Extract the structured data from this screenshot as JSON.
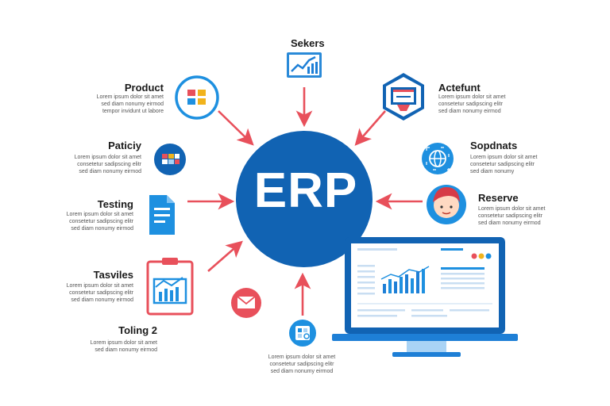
{
  "center": {
    "label": "ERP"
  },
  "colors": {
    "primary": "#1163b3",
    "arrow": "#e8505b",
    "accent_blue": "#1e7fd6",
    "light_blue": "#a9d3f5"
  },
  "nodes": [
    {
      "id": "sales",
      "title": "Sekers",
      "icon": "chart-icon",
      "desc": ""
    },
    {
      "id": "product",
      "title": "Product",
      "icon": "grid-icon",
      "desc": "Lorem ipsum dolor sit amet\nsed diam nonumy eirmod\ntempor invidunt ut labore"
    },
    {
      "id": "account",
      "title": "Actefunt",
      "icon": "monitor-icon",
      "desc": "Lorem ipsum dolor sit amet\nconsetetur sadipscing elitr\nsed diam nonumy eirmod"
    },
    {
      "id": "policy",
      "title": "Paticiy",
      "icon": "blocks-icon",
      "desc": "Lorem ipsum dolor sit amet\nconsetetur sadipscing elitr\nsed diam nonumy eirmod"
    },
    {
      "id": "support",
      "title": "Sopdnats",
      "icon": "globe-icon",
      "desc": "Lorem ipsum dolor sit amet\nconsetetur sadipscing elitr\nsed diam nonumy"
    },
    {
      "id": "testing",
      "title": "Testing",
      "icon": "document-icon",
      "desc": "Lorem ipsum dolor sit amet\nconsetetur sadipscing elitr\nsed diam nonumy eirmod"
    },
    {
      "id": "reserve",
      "title": "Reserve",
      "icon": "avatar-icon",
      "desc": "Lorem ipsum dolor sit amet\nconsetetur sadipscing elitr\nsed diam nonumy eirmod"
    },
    {
      "id": "tasks",
      "title": "Tasviles",
      "icon": "clipboard-chart-icon",
      "desc": "Lorem ipsum dolor sit amet\nconsetetur sadipscing elitr\nsed diam nonumy eirmod"
    },
    {
      "id": "testing2",
      "title": "Toling 2",
      "icon": "",
      "desc": "Lorem ipsum dolor sit amet\nsed diam nonumy eirmod"
    },
    {
      "id": "mail",
      "title": "",
      "icon": "mail-icon",
      "desc": ""
    },
    {
      "id": "bottom",
      "title": "",
      "icon": "app-icon",
      "desc": "Lorem ipsum dolor sit amet\nconsetetur sadipscing elitr\nsed diam nonumy eirmod"
    }
  ],
  "laptop": {
    "icon": "laptop-dashboard-icon"
  }
}
